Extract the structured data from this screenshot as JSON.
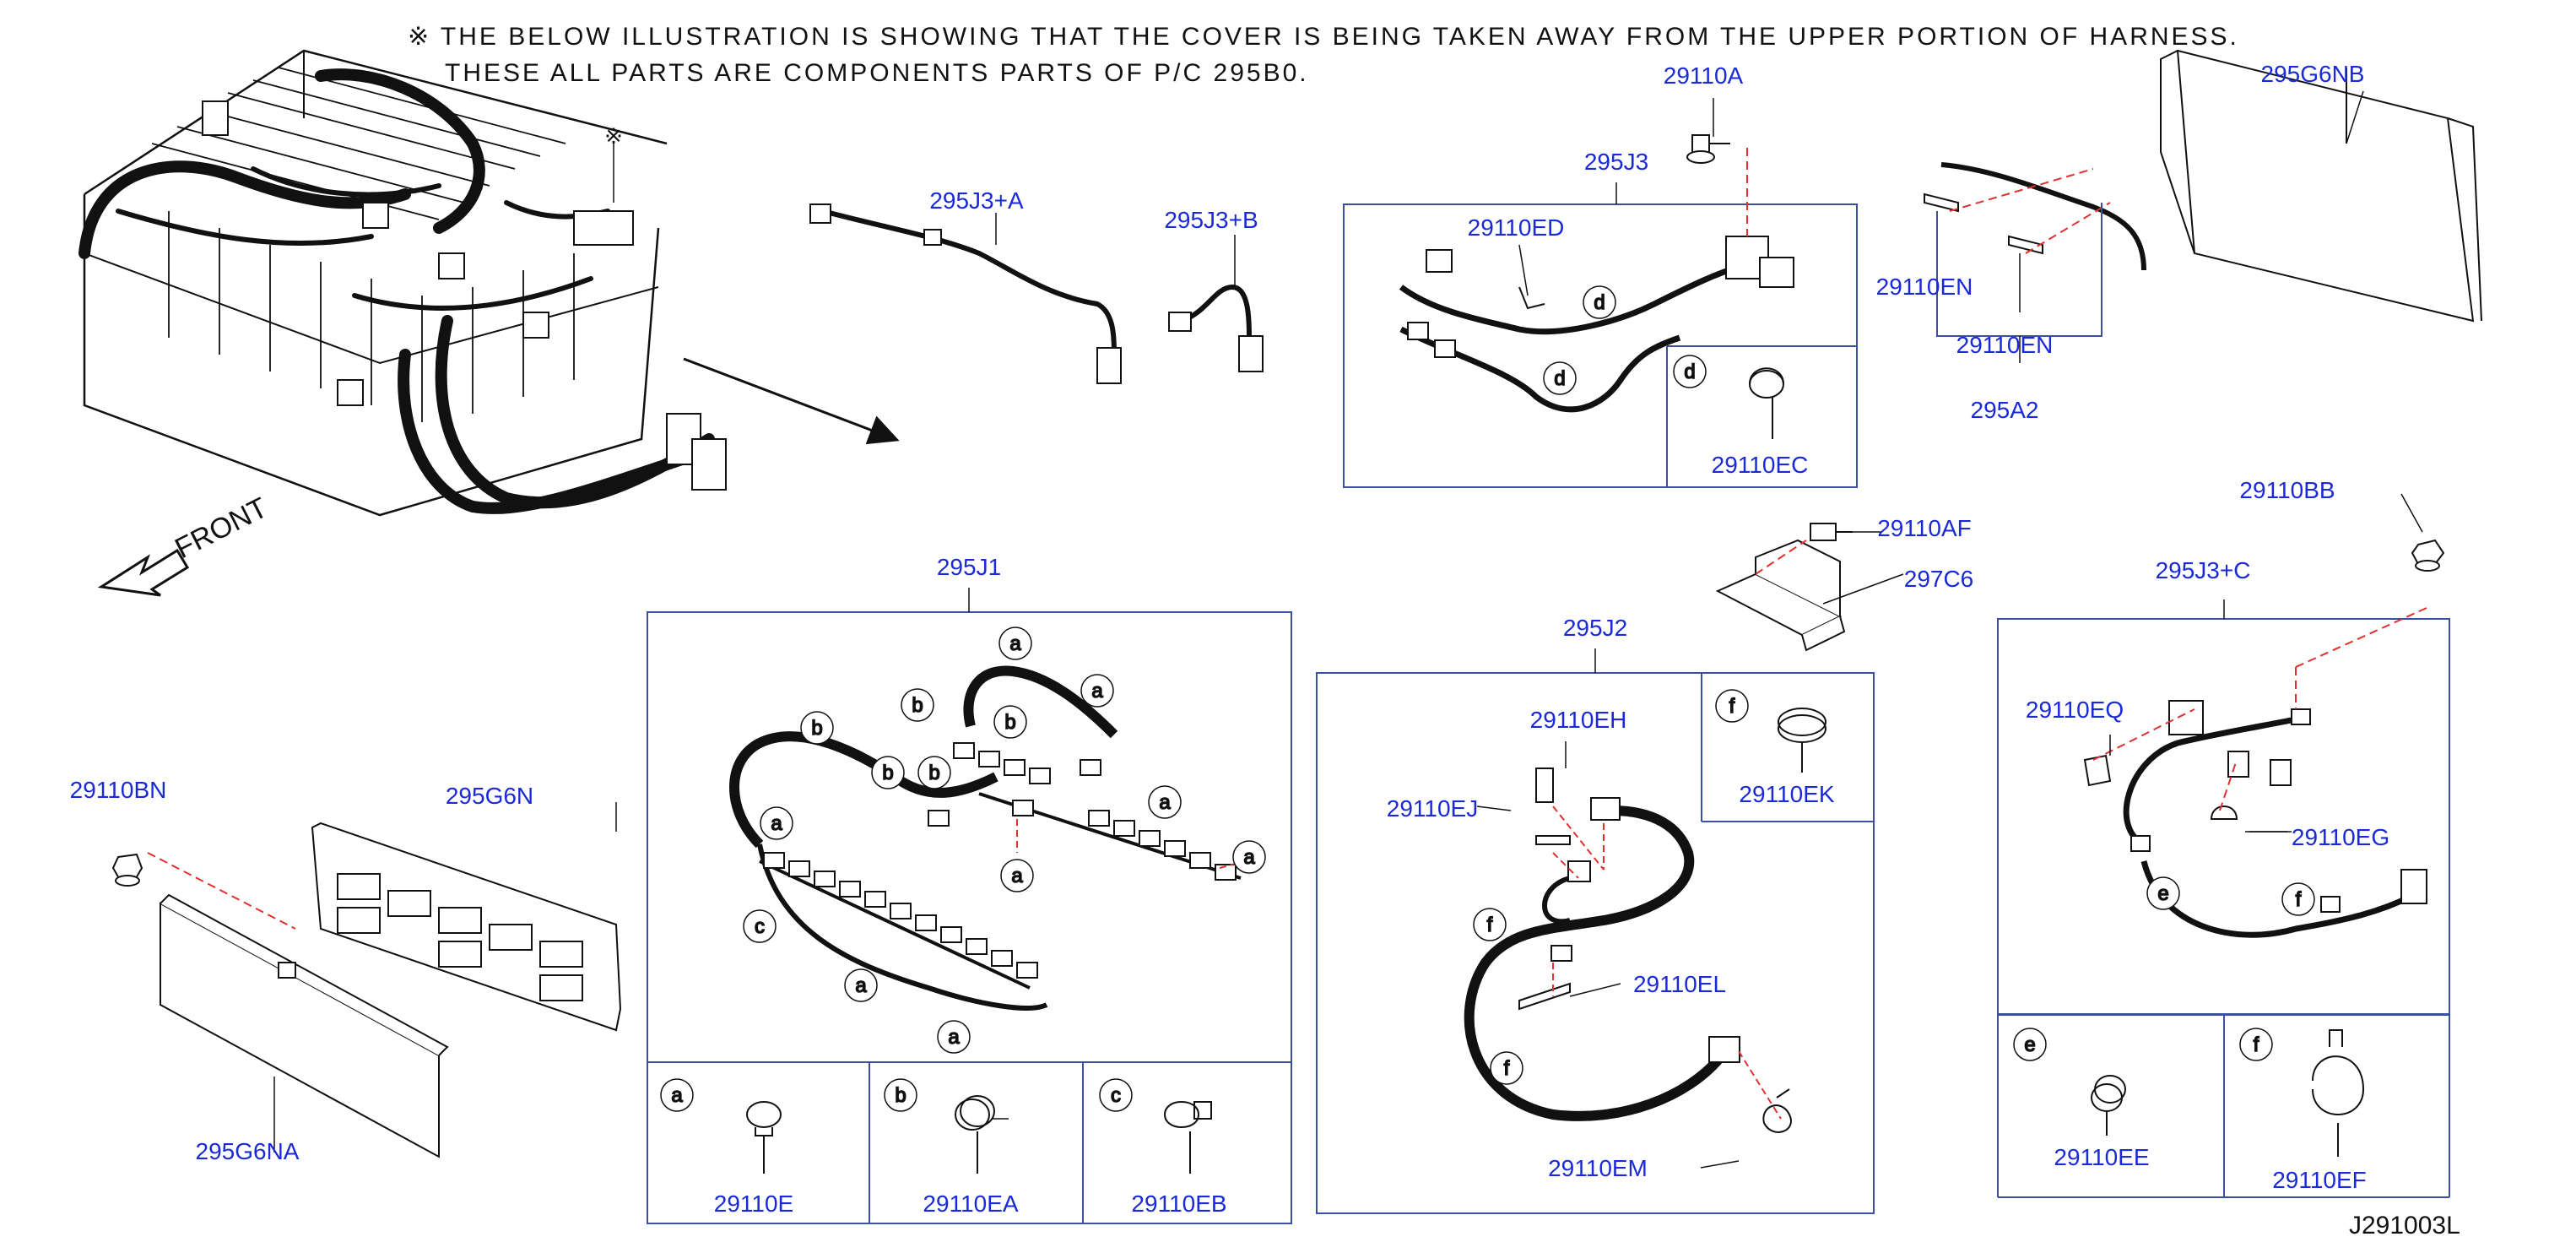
{
  "header": {
    "note_line1": "※ THE BELOW ILLUSTRATION IS SHOWING THAT THE COVER IS BEING TAKEN AWAY FROM THE UPPER PORTION OF HARNESS.",
    "note_line2": "THESE ALL PARTS ARE COMPONENTS PARTS OF P/C 295B0."
  },
  "markers": {
    "reference_mark": "※",
    "front": "FRONT",
    "illustration_id": "J291003L"
  },
  "parts": {
    "p29110A": "29110A",
    "p295J3": "295J3",
    "p29110ED": "29110ED",
    "p29110EC": "29110EC",
    "p295J3A": "295J3+A",
    "p295J3B": "295J3+B",
    "p29110EN_1": "29110EN",
    "p29110EN_2": "29110EN",
    "p295A2": "295A2",
    "p295G6NB": "295G6NB",
    "p29110AF": "29110AF",
    "p297C6": "297C6",
    "p29110BB": "29110BB",
    "p295J3C": "295J3+C",
    "p29110EQ": "29110EQ",
    "p29110EG": "29110EG",
    "p29110EE": "29110EE",
    "p29110EF": "29110EF",
    "p295J1": "295J1",
    "p29110E": "29110E",
    "p29110EA": "29110EA",
    "p29110EB": "29110EB",
    "p295J2": "295J2",
    "p29110EH": "29110EH",
    "p29110EJ": "29110EJ",
    "p29110EK": "29110EK",
    "p29110EL": "29110EL",
    "p29110EM": "29110EM",
    "p29110BN": "29110BN",
    "p295G6N": "295G6N",
    "p295G6NA": "295G6NA"
  },
  "callouts": {
    "a": "a",
    "b": "b",
    "c": "c",
    "d": "d",
    "e": "e",
    "f": "f"
  },
  "colors": {
    "label_blue": "#1a2ad8",
    "leader_red": "#e03030",
    "line_black": "#111111",
    "box_blue": "#3a4fa0"
  }
}
